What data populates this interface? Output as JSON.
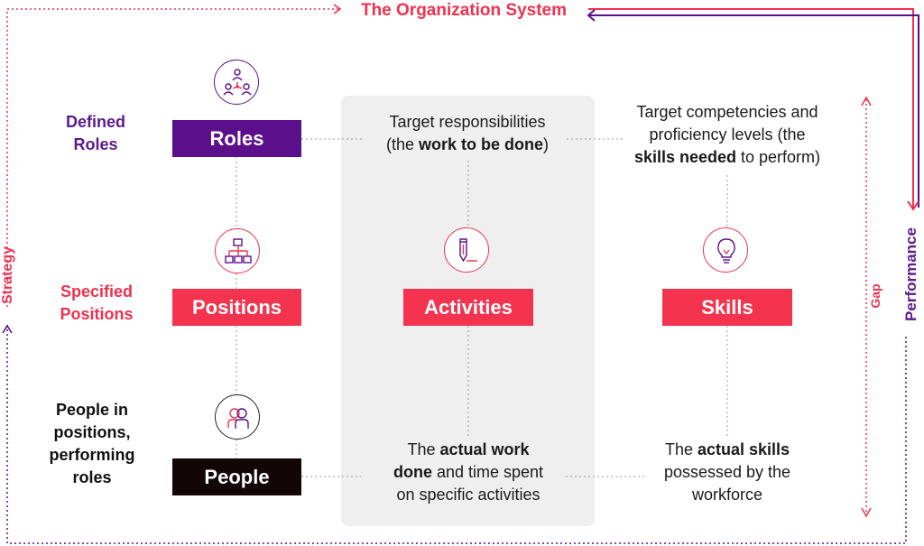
{
  "title": "The Organization System",
  "side_labels": {
    "left": "Strategy",
    "right": "Performance",
    "gap": "Gap"
  },
  "rows": {
    "roles": {
      "label_line1": "Defined",
      "label_line2": "Roles",
      "box": "Roles",
      "icon": "roles-network-icon"
    },
    "positions": {
      "label_line1": "Specified",
      "label_line2": "Positions",
      "box": "Positions",
      "icon": "org-chart-icon"
    },
    "people": {
      "label_line1": "People in",
      "label_line2": "positions,",
      "label_line3": "performing",
      "label_line4": "roles",
      "box": "People",
      "icon": "people-icon"
    }
  },
  "columns": {
    "activities": {
      "box": "Activities",
      "icon": "pencil-icon"
    },
    "skills": {
      "box": "Skills",
      "icon": "lightbulb-icon"
    }
  },
  "descriptions": {
    "target_responsibilities": {
      "line1": "Target responsibilities",
      "line2_pre": "(the ",
      "line2_bold": "work to be done",
      "line2_post": ")"
    },
    "target_competencies": {
      "line1": "Target competencies and",
      "line2": "proficiency levels (the",
      "line3_pre": "",
      "line3_bold": "skills needed",
      "line3_post": " to perform)"
    },
    "actual_work": {
      "line1_pre": "The ",
      "line1_bold": "actual work",
      "line2_bold": "done",
      "line2_post": " and time spent",
      "line3": "on specific activities"
    },
    "actual_skills": {
      "line1_pre": "The ",
      "line1_bold": "actual skills",
      "line2": "possessed by the",
      "line3": "workforce"
    }
  },
  "colors": {
    "accent_red": "#f0314f",
    "purple": "#5c0f8b",
    "black_box": "#130607",
    "panel_gray": "#efefef"
  }
}
